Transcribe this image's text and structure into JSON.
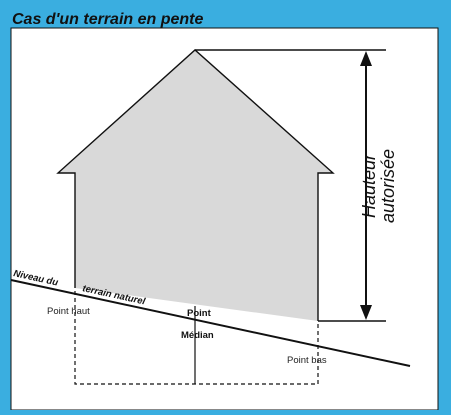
{
  "title": "Cas d'un terrain en pente",
  "labels": {
    "hauteur": "Hauteur",
    "autorisee": "autorisée",
    "niveau_du": "Niveau du",
    "terrain_naturel": "terrain naturel",
    "point_haut": "Point haut",
    "point_median_1": "Point",
    "point_median_2": "Médian",
    "point_bas": "Point bas"
  },
  "colors": {
    "background": "#3aaee0",
    "panel": "#ffffff",
    "house_fill": "#d9d9d9",
    "line": "#111111"
  }
}
